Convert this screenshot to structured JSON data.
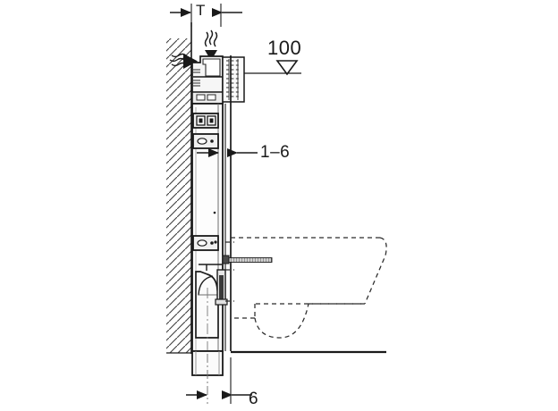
{
  "drawing": {
    "title": "Wall-hung WC installation frame section drawing",
    "type": "technical-section-drawing",
    "colors": {
      "line": "#1a1a1a",
      "line_medium": "#2b2b2b",
      "line_light": "#6d6d6d",
      "hatch": "#4a4a4a",
      "fill_light": "#f2f2f2",
      "fill_mid": "#d8d8d8",
      "fill_dark": "#3a3a3a",
      "background": "#ffffff"
    }
  },
  "dimensions": {
    "top": {
      "label": "T",
      "name": "depth-dimension-T",
      "arrow_style": "inward-pair"
    },
    "bottom": {
      "label": "6",
      "name": "offset-dimension-6",
      "arrow_style": "inward-pair"
    }
  },
  "callouts": [
    {
      "label": "100",
      "name": "level-callout-100",
      "symbol": "level-triangle",
      "description": "datum level marker with leader line"
    },
    {
      "label": "1–6",
      "name": "range-callout-1-6",
      "symbol": "left-arrow",
      "description": "arrow callout pointing to frame panel"
    }
  ],
  "components": {
    "wall": {
      "name": "hatched-wall",
      "description": "hatched structural wall on the left"
    },
    "frame": {
      "name": "installation-frame",
      "description": "vertical concealed cistern frame element"
    },
    "cistern": {
      "name": "concealed-cistern",
      "description": "concealed flush cistern body"
    },
    "top_fitting": {
      "name": "top-odour-extraction-fitting",
      "description": "top duct / odour extraction unit"
    },
    "actuator_openings": [
      {
        "name": "actuator-plate-opening-upper",
        "description": "upper rectangular service opening"
      },
      {
        "name": "actuator-plate-opening-lower",
        "description": "lower rectangular service opening"
      },
      {
        "name": "inspection-opening-bottom",
        "description": "bottom rectangular inspection opening"
      }
    ],
    "flush_pipe": {
      "name": "flush-pipe-elbow",
      "description": "flush pipe bend feeding the WC"
    },
    "waste_pipe": {
      "name": "waste-pipe-stub",
      "description": "vertical waste pipe stub at floor level"
    },
    "fixing_bolt": {
      "name": "wc-fixing-bolt",
      "description": "threaded WC fixing bolt projecting through panel"
    },
    "toilet": {
      "name": "wc-pan-outline",
      "description": "wall-hung WC pan shown as hidden dashed outline"
    },
    "floor": {
      "name": "finished-floor-line",
      "description": "finished floor level line"
    },
    "wall_panel": {
      "name": "finished-wall-panel",
      "description": "finished wall cladding face line"
    },
    "airflow": {
      "name": "airflow-arrows",
      "description": "extraction airflow indicator arrows with heat squiggles"
    }
  }
}
